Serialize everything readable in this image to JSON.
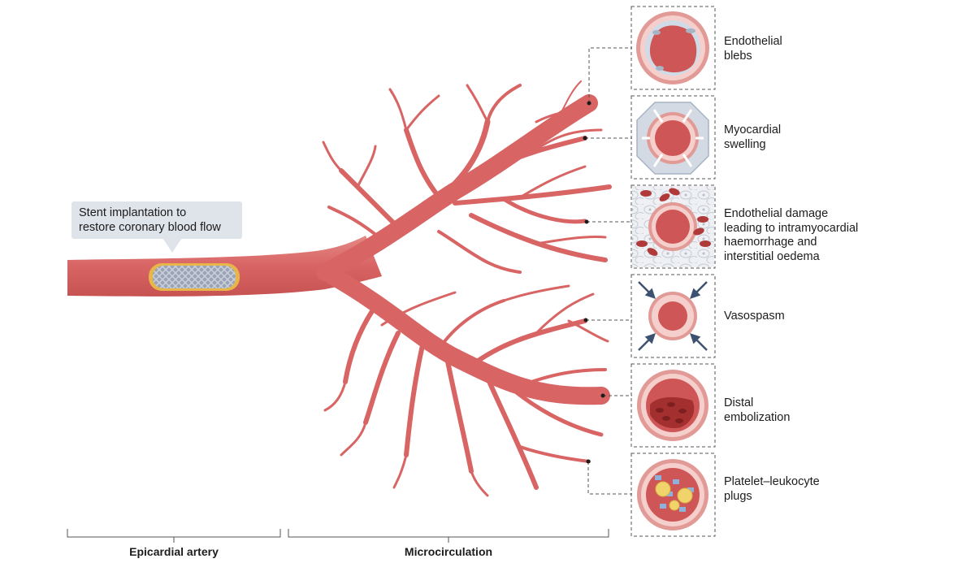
{
  "callout": {
    "line1": "Stent implantation to",
    "line2": "restore coronary blood flow"
  },
  "panels": [
    {
      "id": "blebs",
      "lines": [
        "Endothelial",
        "blebs"
      ]
    },
    {
      "id": "swelling",
      "lines": [
        "Myocardial",
        "swelling"
      ]
    },
    {
      "id": "damage",
      "lines": [
        "Endothelial damage",
        "leading to intramyocardial",
        "haemorrhage and",
        "interstitial oedema"
      ]
    },
    {
      "id": "vasospasm",
      "lines": [
        "Vasospasm"
      ]
    },
    {
      "id": "embolization",
      "lines": [
        "Distal",
        "embolization"
      ]
    },
    {
      "id": "plugs",
      "lines": [
        "Platelet–leukocyte",
        "plugs"
      ]
    }
  ],
  "axis": {
    "left_label": "Epicardial artery",
    "right_label": "Microcirculation"
  },
  "colors": {
    "vessel": "#d96a6a",
    "vessel_dark": "#c04848",
    "lumen": "#cd5454",
    "wall_light": "#f2c6c3",
    "callout_bg": "#dfe3ea",
    "arrow": "#3d5170",
    "text": "#1c1c1c"
  }
}
